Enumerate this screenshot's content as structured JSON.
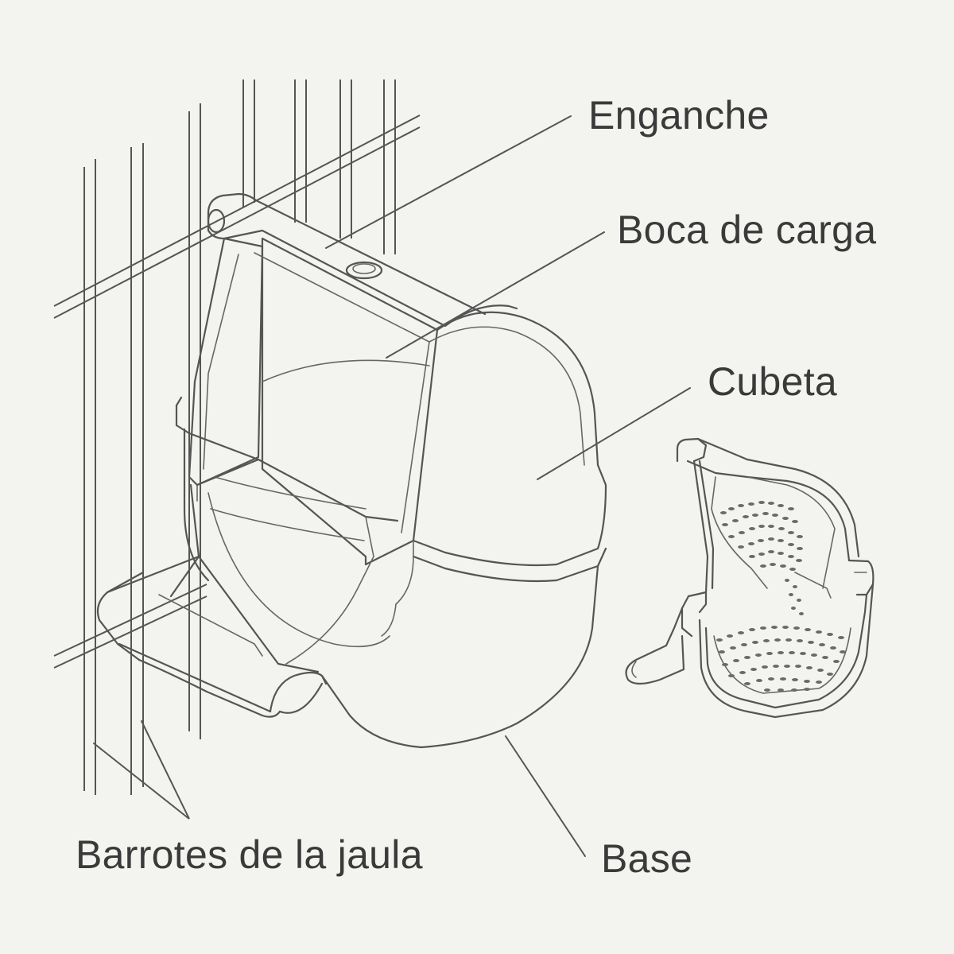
{
  "labels": {
    "hook": "Enganche",
    "loading_mouth": "Boca de carga",
    "bucket": "Cubeta",
    "cage_bars": "Barrotes de la jaula",
    "base": "Base"
  },
  "colors": {
    "background": "#f3f3ef",
    "line": "#555555",
    "text": "#3a3a3a"
  },
  "icons": {
    "main_figure": "hanging-bird-feeder-illustration",
    "cutaway_figure": "feeder-cross-section-with-seeds"
  }
}
